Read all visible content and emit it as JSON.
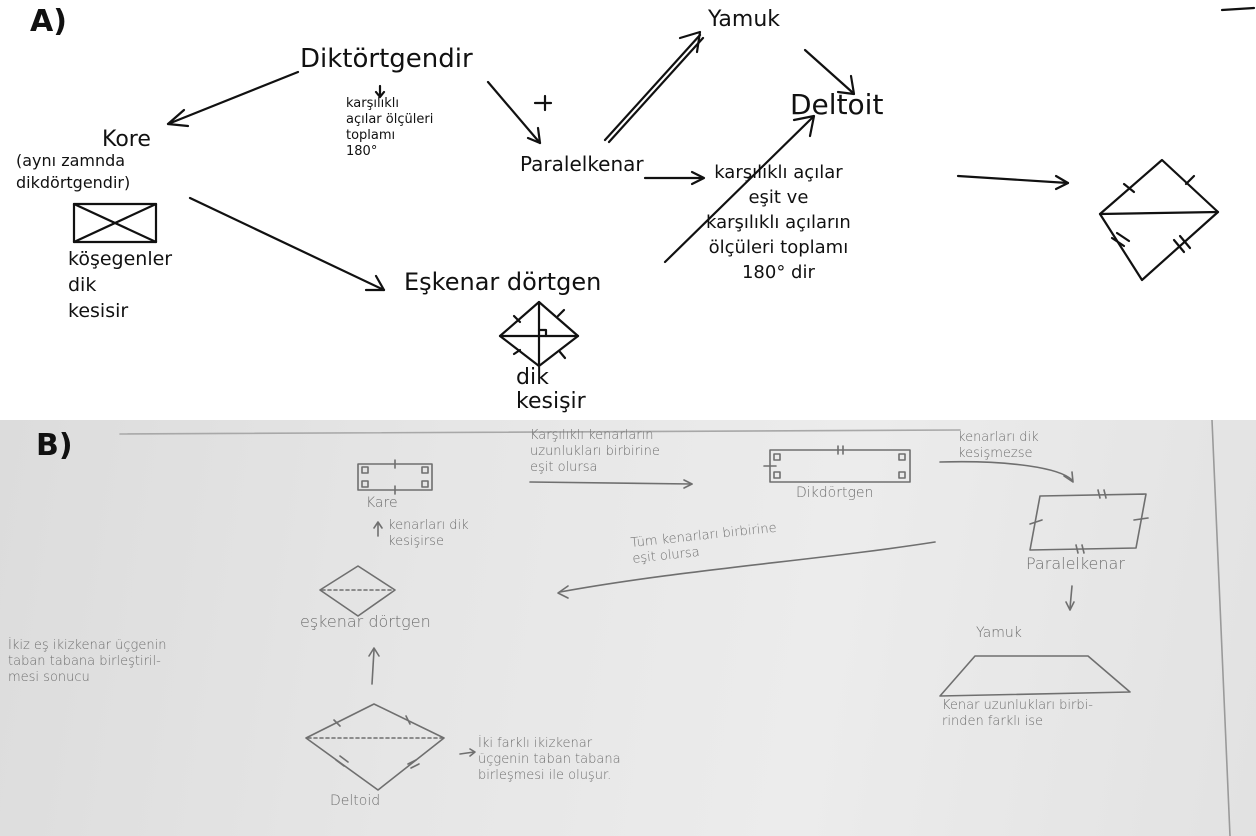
{
  "panel_a": {
    "label": "A)",
    "nodes": {
      "diktortgen": "Diktörtgendir",
      "kore": "Kore",
      "kore_note": "(aynı zamnda\ndikdörtgendir)",
      "kosegenler": "köşegenler\ndik\nkesisir",
      "paralelkenar": "Paralelkenar",
      "yamuk": "Yamuk",
      "deltoit": "Deltoit",
      "eskenar": "Eşkenar dörtgen",
      "dik_kesisir": "dik\nkesişir",
      "karsilikli_note": "karşılıklı\naçılar ölçüleri\ntoplamı\n180°",
      "paralel_note": "karşılıklı açılar\neşit ve\nkarşılıklı açıların\nölçüleri toplamı\n180° dir"
    }
  },
  "panel_b": {
    "label": "B)",
    "nodes": {
      "kare": "Kare",
      "dikdortgen": "Dikdörtgen",
      "paralelkenar": "Paralelkenar",
      "yamuk": "Yamuk",
      "eskenar": "eşkenar dörtgen",
      "deltoid": "Deltoid"
    },
    "notes": {
      "kare_to_dik": "Karşılıklı kenarların\nuzunlukları birbirine\neşit olursa",
      "dik_to_paralel": "kenarları dik\nkesişmezse",
      "kenarlar_dik": "kenarları dik\nkesişirse",
      "tum_kenarlar": "Tüm kenarları birbirine\neşit olursa",
      "ikiz_ikizkenar": "İkiz eş ikizkenar üçgenin\ntaban tabana birleştiril-\nmesi sonucu",
      "iki_farkli": "İki farklı ikizkenar\nüçgenin taban tabana\nbirleşmesi ile oluşur.",
      "kenar_uzunluk": "Kenar uzunlukları birbi-\nrinden farklı ise"
    }
  }
}
